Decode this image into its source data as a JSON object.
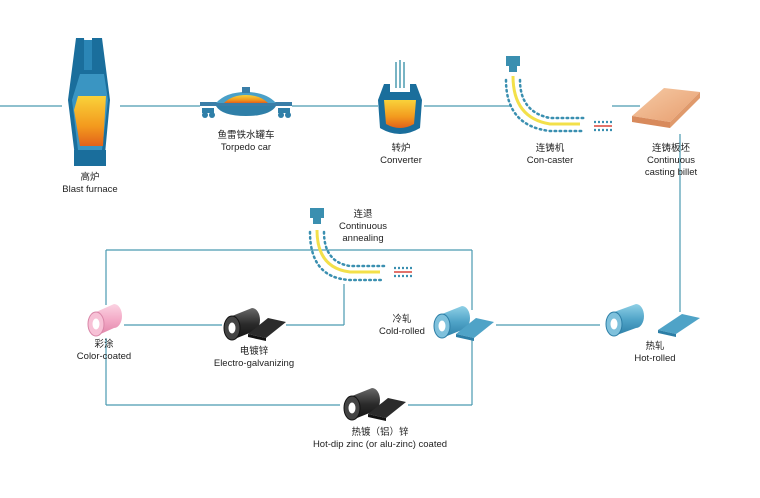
{
  "stages": {
    "blast_furnace": {
      "cn": "高炉",
      "en": "Blast furnace"
    },
    "torpedo_car": {
      "cn": "鱼雷铁水罐车",
      "en": "Torpedo car"
    },
    "converter": {
      "cn": "转炉",
      "en": "Converter"
    },
    "con_caster": {
      "cn": "连铸机",
      "en": "Con-caster"
    },
    "casting_billet": {
      "cn": "连铸板坯",
      "en1": "Continuous",
      "en2": "casting billet"
    },
    "continuous_annealing": {
      "cn": "连退",
      "en1": "Continuous",
      "en2": "annealing"
    },
    "color_coated": {
      "cn": "彩涂",
      "en": "Color-coated"
    },
    "electro_galvanizing": {
      "cn": "电镀锌",
      "en": "Electro-galvanizing"
    },
    "cold_rolled": {
      "cn": "冷轧",
      "en": "Cold-rolled"
    },
    "hot_rolled": {
      "cn": "热轧",
      "en": "Hot-rolled"
    },
    "hot_dip_zinc": {
      "cn": "热镀（铝）锌",
      "en": "Hot-dip zinc (or alu-zinc) coated"
    }
  },
  "colors": {
    "line": "#4a9ab0",
    "furnace_blue": "#1a6e9c",
    "molten": "#f5a020",
    "billet": "#f0b890",
    "cold_coil": "#4fa3c7",
    "hot_coil": "#4fa3c7",
    "color_coil": "#f3a9c6",
    "zinc_coil": "#2b2b2b",
    "caster_dots": "#3a8fb0",
    "caster_strand": "#f3e04a",
    "mark_red": "#d9453a"
  }
}
